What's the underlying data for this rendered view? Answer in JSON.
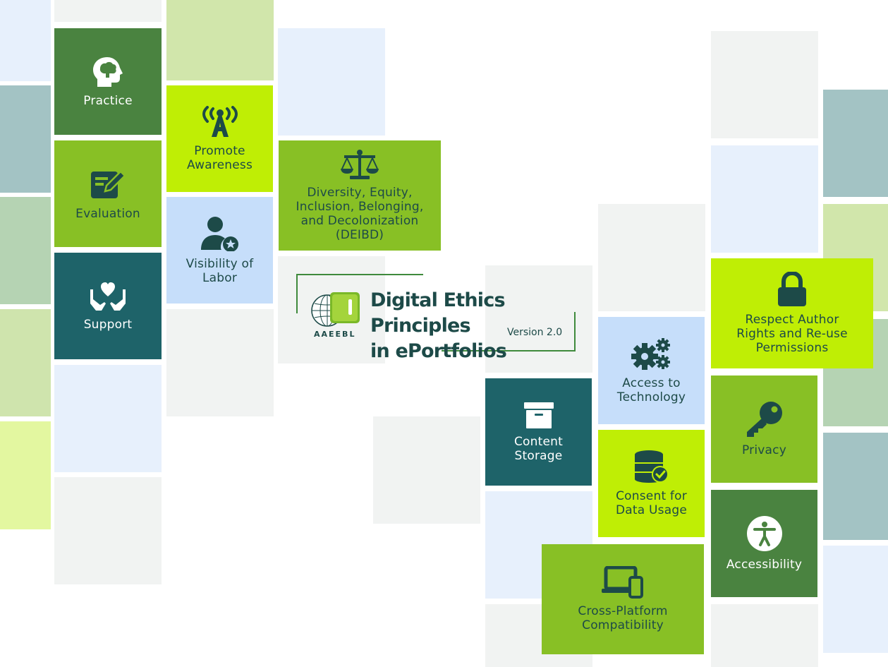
{
  "colors": {
    "dark_green": "#4a8340",
    "lime": "#88c025",
    "bright_lime": "#bfee05",
    "teal": "#1e6369",
    "light_blue": "#c6defa",
    "dark_text": "#1d4a48"
  },
  "header": {
    "title_line1": "Digital Ethics Principles",
    "title_line2": "in ePortfolios",
    "version": "Version 2.0",
    "org": "AAEEBL"
  },
  "tiles": {
    "practice": {
      "label": "Practice",
      "icon": "head-brain-icon"
    },
    "evaluation": {
      "label": "Evaluation",
      "icon": "edit-icon"
    },
    "support": {
      "label": "Support",
      "icon": "heart-hands-icon"
    },
    "promote_awareness": {
      "label": "Promote Awareness",
      "icon": "broadcast-icon"
    },
    "visibility_of_labor": {
      "label": "Visibility of Labor",
      "icon": "user-star-icon"
    },
    "deibd": {
      "label": "Diversity, Equity, Inclusion, Belonging, and Decolonization (DEIBD)",
      "icon": "scale-icon"
    },
    "content_storage": {
      "label": "Content Storage",
      "icon": "archive-icon"
    },
    "access_to_technology": {
      "label": "Access to Technology",
      "icon": "gears-icon"
    },
    "consent_for_data_usage": {
      "label": "Consent for Data Usage",
      "icon": "database-check-icon"
    },
    "cross_platform": {
      "label": "Cross-Platform Compatibility",
      "icon": "devices-icon"
    },
    "respect_author_rights": {
      "label": "Respect Author Rights and Re-use Permissions",
      "icon": "lock-icon"
    },
    "privacy": {
      "label": "Privacy",
      "icon": "key-icon"
    },
    "accessibility": {
      "label": "Accessibility",
      "icon": "accessibility-icon"
    }
  }
}
